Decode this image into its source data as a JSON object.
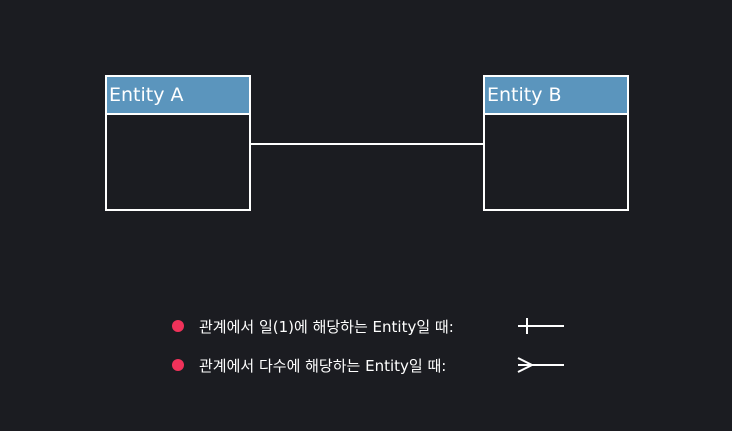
{
  "entities": {
    "a": {
      "title": "Entity A"
    },
    "b": {
      "title": "Entity B"
    }
  },
  "legend": {
    "items": [
      {
        "text": "관계에서 일(1)에 해당하는 Entity일 때:",
        "symbol": "one"
      },
      {
        "text": "관계에서 다수에 해당하는 Entity일 때:",
        "symbol": "many"
      }
    ],
    "colors": {
      "bullet": "#f0325a",
      "header": "#5b95bd",
      "background": "#1b1c21",
      "line": "#ffffff"
    }
  }
}
